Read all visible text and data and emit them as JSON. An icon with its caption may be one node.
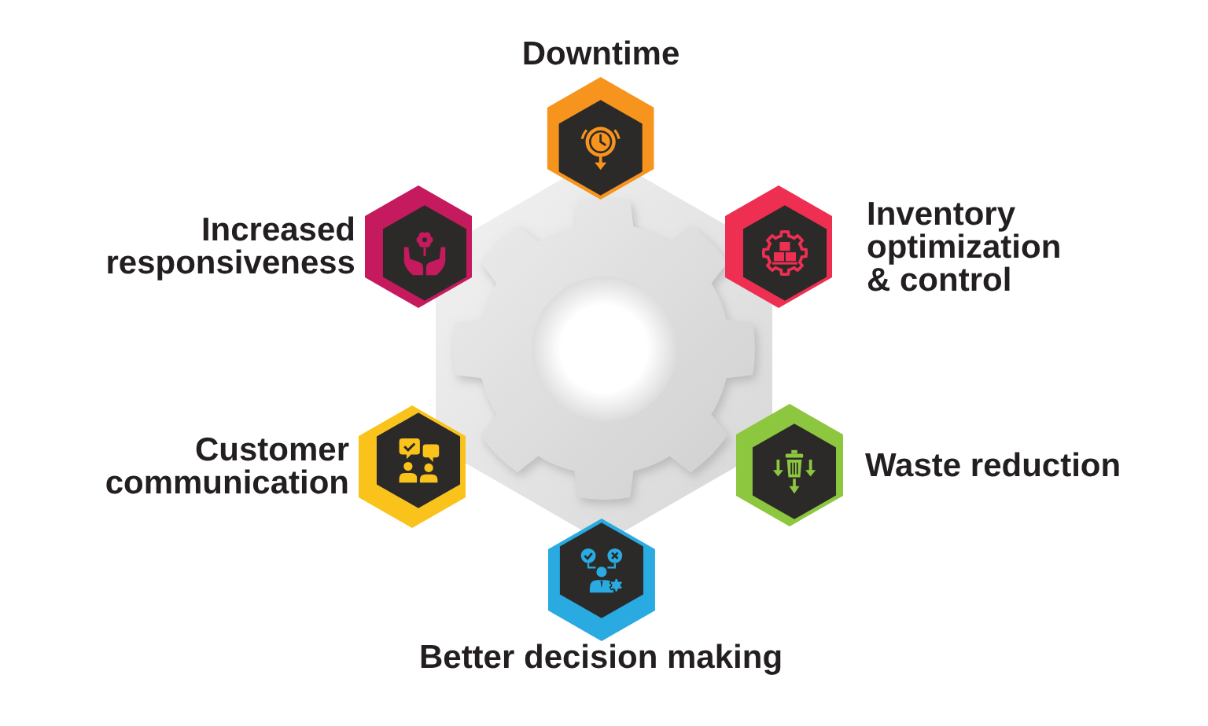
{
  "diagram": {
    "nodes": [
      {
        "text": [
          "Downtime"
        ]
      },
      {
        "text": [
          "Increased responsiveness"
        ]
      },
      {
        "text": [
          "Inventory optimization & control"
        ]
      },
      {
        "text": [
          "Customer communication"
        ]
      },
      {
        "text": [
          "Waste reduction"
        ]
      },
      {
        "text": [
          "Better decision making"
        ]
      }
    ]
  }
}
